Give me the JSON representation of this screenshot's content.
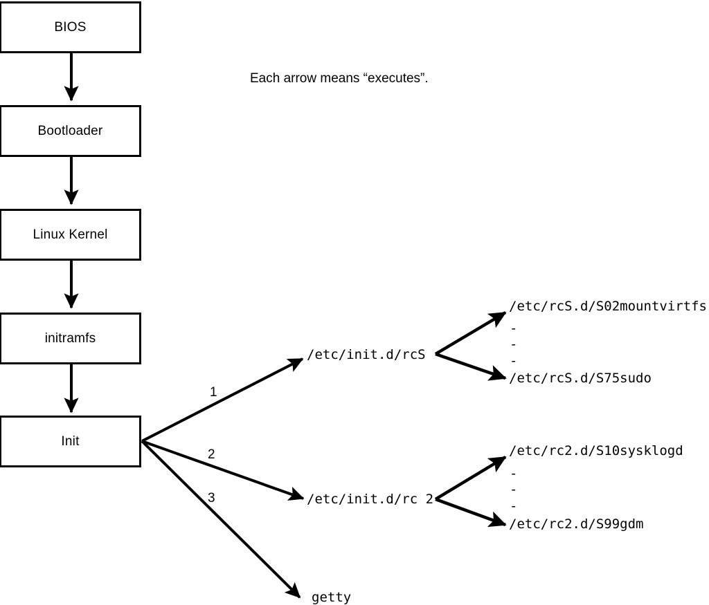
{
  "diagram": {
    "caption": "Each arrow means “executes”.",
    "boot_chain": [
      {
        "label": "BIOS"
      },
      {
        "label": "Bootloader"
      },
      {
        "label": "Linux Kernel"
      },
      {
        "label": "initramfs"
      },
      {
        "label": "Init"
      }
    ],
    "init_edges": [
      {
        "number": "1",
        "target": "/etc/init.d/rcS"
      },
      {
        "number": "2",
        "target": "/etc/init.d/rc 2"
      },
      {
        "number": "3",
        "target": "getty"
      }
    ],
    "rcs_scripts": {
      "first": "/etc/rcS.d/S02mountvirtfs",
      "ellipsis": [
        "-",
        "-",
        "-"
      ],
      "last": "/etc/rcS.d/S75sudo"
    },
    "rc2_scripts": {
      "first": "/etc/rc2.d/S10sysklogd",
      "ellipsis": [
        "-",
        "-",
        "-"
      ],
      "last": "/etc/rc2.d/S99gdm"
    },
    "colors": {
      "stroke": "#000000",
      "fill": "#ffffff",
      "text": "#000000"
    }
  }
}
